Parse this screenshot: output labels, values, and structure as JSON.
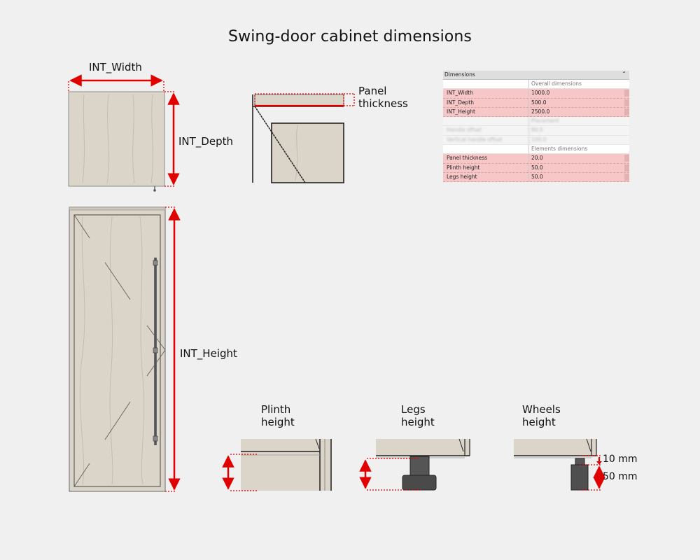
{
  "title": "Swing-door cabinet dimensions",
  "labels": {
    "int_width": "INT_Width",
    "int_depth": "INT_Depth",
    "int_height": "INT_Height",
    "panel_thickness_1": "Panel",
    "panel_thickness_2": "thickness",
    "plinth_1": "Plinth",
    "plinth_2": "height",
    "legs_1": "Legs",
    "legs_2": "height",
    "wheels_1": "Wheels",
    "wheels_2": "height",
    "wheel_10": "10 mm",
    "wheel_50": "50 mm"
  },
  "properties_panel": {
    "header": "Dimensions",
    "collapse_icon": "double-chevron-up-icon",
    "section_overall": "Overall dimensions",
    "rows_overall": [
      {
        "name": "INT_Width",
        "value": "1000.0"
      },
      {
        "name": "INT_Depth",
        "value": "500.0"
      },
      {
        "name": "INT_Height",
        "value": "2500.0"
      }
    ],
    "section_placement": "Placement",
    "rows_placement": [
      {
        "name": "Handle offset",
        "value": "80.0"
      },
      {
        "name": "Vertical handle offset",
        "value": "100.0"
      }
    ],
    "section_elements": "Elements dimensions",
    "rows_elements": [
      {
        "name": "Panel thickness",
        "value": "20.0"
      },
      {
        "name": "Plinth height",
        "value": "50.0"
      },
      {
        "name": "Legs height",
        "value": "50.0"
      }
    ]
  },
  "colors": {
    "background": "#f0f0f0",
    "wood": "#dbd5c9",
    "dimension_red": "#e00000",
    "highlight_row": "#f7c6c6"
  }
}
